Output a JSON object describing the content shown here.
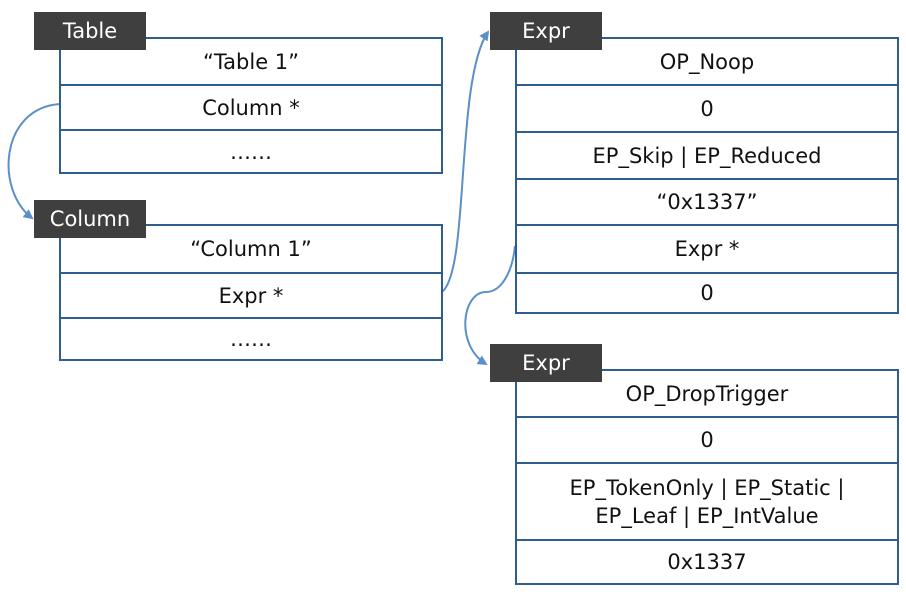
{
  "table_block": {
    "tag": "Table",
    "rows": [
      "“Table 1”",
      "Column  *",
      "……"
    ]
  },
  "column_block": {
    "tag": "Column",
    "rows": [
      "“Column 1”",
      "Expr  *",
      "……"
    ]
  },
  "expr_block_1": {
    "tag": "Expr",
    "rows": [
      "OP_Noop",
      "0",
      "EP_Skip | EP_Reduced",
      "“0x1337”",
      "Expr  *",
      "0"
    ]
  },
  "expr_block_2": {
    "tag": "Expr",
    "rows": [
      "OP_DropTrigger",
      "0",
      "EP_TokenOnly | EP_Static |",
      "EP_Leaf | EP_IntValue",
      "0x1337"
    ]
  },
  "colors": {
    "tag_background": "#3f3f3f",
    "border": "#2e5e8e",
    "arrow": "#5b8fc7"
  }
}
